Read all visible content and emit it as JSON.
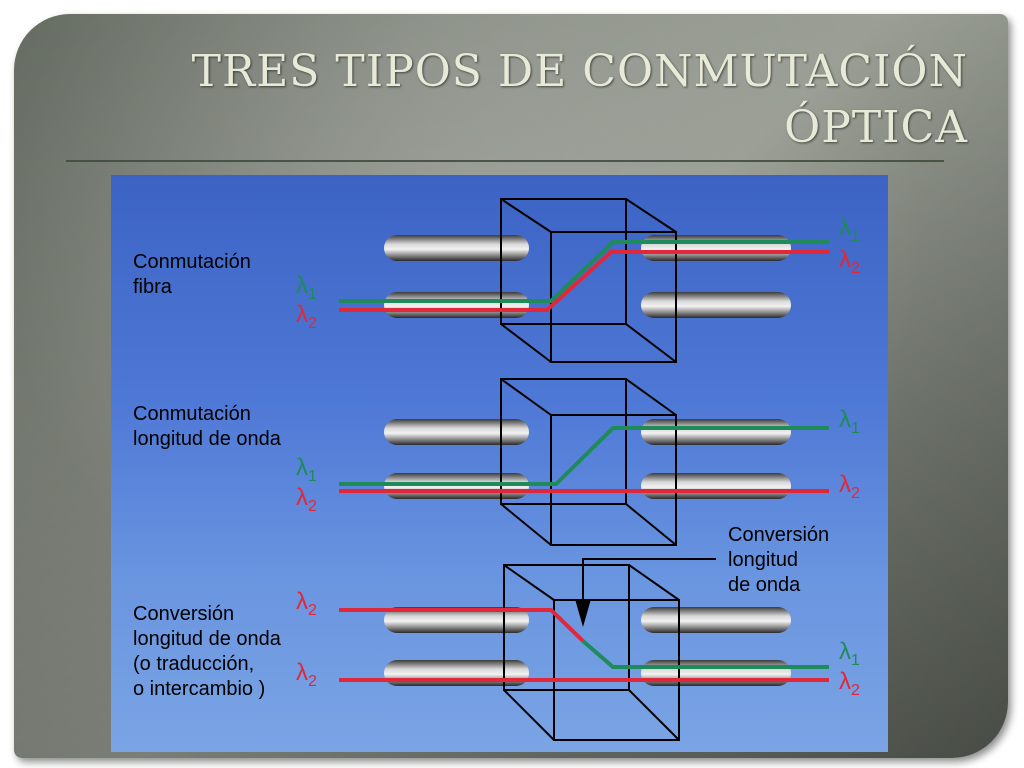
{
  "title": {
    "line1": "TRES TIPOS DE CONMUTACIÓN",
    "line2": "ÓPTICA"
  },
  "diagram": {
    "sections": [
      {
        "label_lines": [
          "Conmutación",
          "fibra"
        ]
      },
      {
        "label_lines": [
          "Conmutación",
          "longitud de onda"
        ]
      },
      {
        "label_lines": [
          "Conversión",
          "longitud de onda",
          "(o traducción,",
          "o intercambio )"
        ]
      }
    ],
    "callout_lines": [
      "Conversión",
      "longitud",
      "de onda"
    ],
    "lambda_symbol": "λ",
    "sub1": "1",
    "sub2": "2",
    "colors": {
      "green": "#1f8a5a",
      "red": "#e0283a",
      "background": "#4a74d2"
    }
  }
}
